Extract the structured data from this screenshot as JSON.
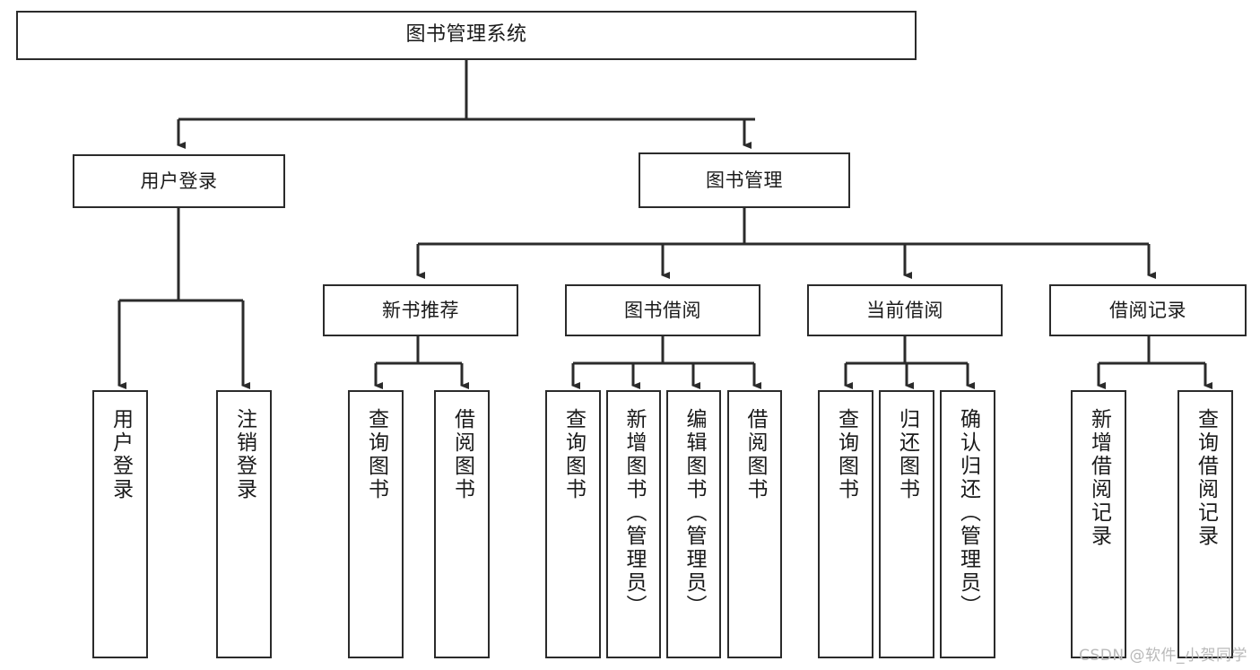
{
  "diagram": {
    "title": "图书管理系统",
    "type": "tree",
    "line_color": "#2b2b2b",
    "box_fill": "#ffffff",
    "text_color": "#1a1a1a",
    "background": "#ffffff"
  },
  "root": {
    "label": "图书管理系统"
  },
  "level2": [
    {
      "label": "用户登录"
    },
    {
      "label": "图书管理"
    }
  ],
  "level3": [
    {
      "label": "新书推荐"
    },
    {
      "label": "图书借阅"
    },
    {
      "label": "当前借阅"
    },
    {
      "label": "借阅记录"
    }
  ],
  "leaves": {
    "user_login": [
      {
        "label": "用户登录"
      },
      {
        "label": "注销登录"
      }
    ],
    "new_book_recommend": [
      {
        "label": "查询图书"
      },
      {
        "label": "借阅图书"
      }
    ],
    "book_borrow": [
      {
        "label": "查询图书"
      },
      {
        "label": "新增图书（管理员）"
      },
      {
        "label": "编辑图书（管理员）"
      },
      {
        "label": "借阅图书"
      }
    ],
    "current_borrow": [
      {
        "label": "查询图书"
      },
      {
        "label": "归还图书"
      },
      {
        "label": "确认归还（管理员）"
      }
    ],
    "borrow_record": [
      {
        "label": "新增借阅记录"
      },
      {
        "label": "查询借阅记录"
      }
    ]
  },
  "watermark": {
    "text": "CSDN @软件_小贺同学"
  }
}
